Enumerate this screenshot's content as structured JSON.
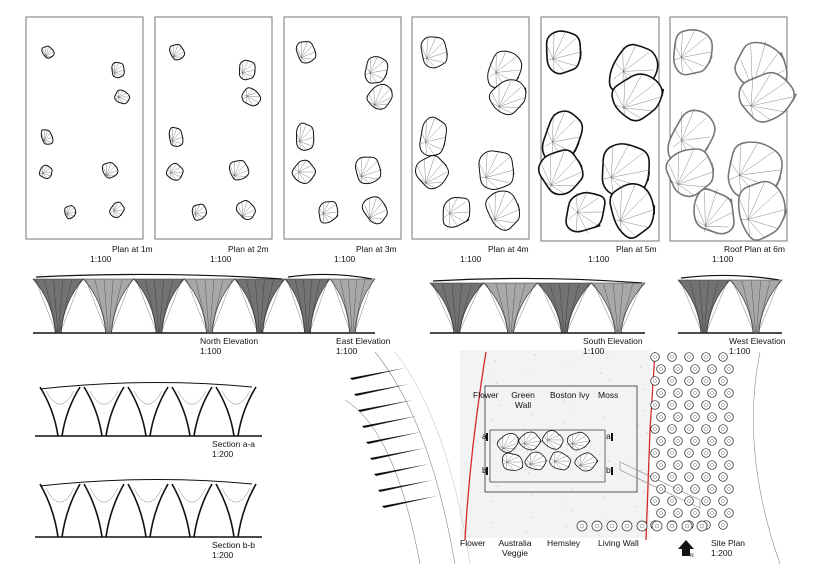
{
  "plans": [
    {
      "title": "Plan at 1m",
      "scale": "1:100"
    },
    {
      "title": "Plan at 2m",
      "scale": "1:100"
    },
    {
      "title": "Plan at 3m",
      "scale": "1:100"
    },
    {
      "title": "Plan at 4m",
      "scale": "1:100"
    },
    {
      "title": "Plan at 5m",
      "scale": "1:100"
    },
    {
      "title": "Roof Plan at 6m",
      "scale": "1:100"
    }
  ],
  "elevations": [
    {
      "title": "North Elevation",
      "scale": "1:100"
    },
    {
      "title": "East Elevation",
      "scale": "1:100"
    },
    {
      "title": "South Elevation",
      "scale": "1:100"
    },
    {
      "title": "West Elevation",
      "scale": "1:100"
    }
  ],
  "sections": [
    {
      "title": "Section a-a",
      "scale": "1:200"
    },
    {
      "title": "Section b-b",
      "scale": "1:200"
    }
  ],
  "site_plan": {
    "title": "Site Plan",
    "scale": "1:200",
    "north": "N",
    "section_marks": [
      "a",
      "a",
      "b",
      "b"
    ],
    "labels_top": [
      {
        "text": "Flower"
      },
      {
        "text": "Green Wall"
      },
      {
        "text": "Boston Ivy"
      },
      {
        "text": "Moss"
      }
    ],
    "labels_bottom": [
      {
        "text": "Flower"
      },
      {
        "text": "Australia Veggie"
      },
      {
        "text": "Hemsley"
      },
      {
        "text": "Living Wall"
      }
    ]
  },
  "colors": {
    "line": "#111111",
    "red_boundary": "#d42a2a",
    "gray_line": "#888888",
    "panel_border": "#555555"
  }
}
